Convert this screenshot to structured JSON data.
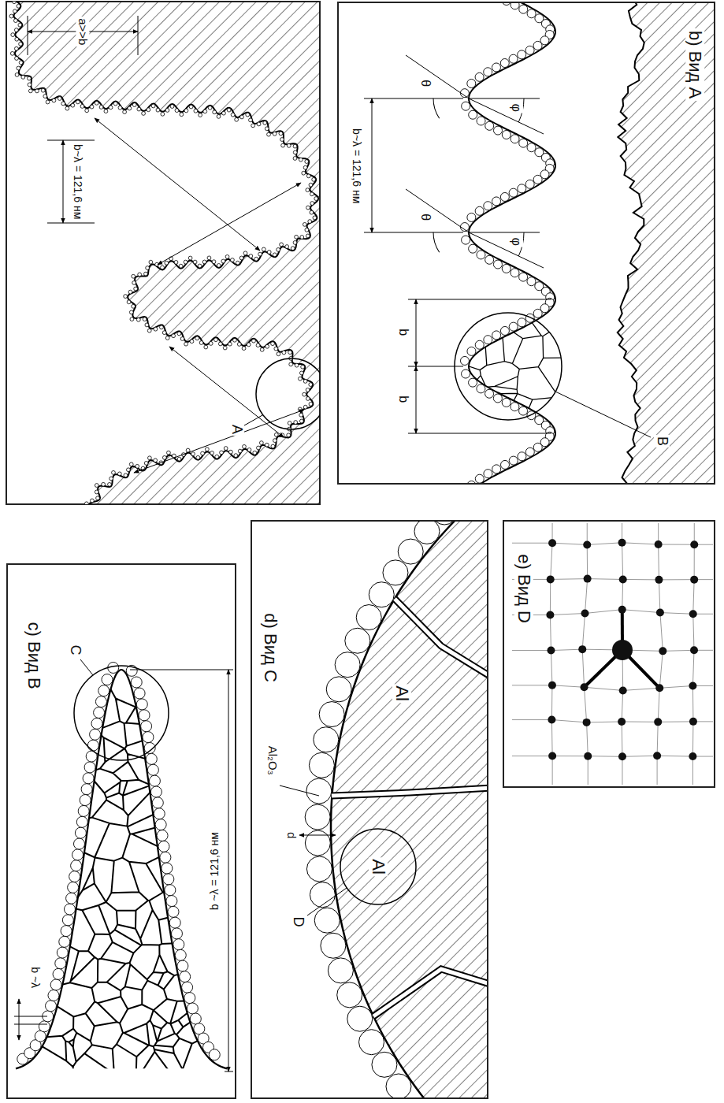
{
  "diagram": {
    "nodes": [
      {
        "text": [
          "b) Вид A"
        ]
      },
      {
        "text": [
          "c) Вид B"
        ]
      },
      {
        "text": [
          "d) Вид C"
        ]
      },
      {
        "text": [
          "e) Вид D"
        ]
      }
    ],
    "labels": [
      "a>>b",
      "b~λ = 121,6 нм",
      "A",
      "b~λ = 121,6 нм",
      "b",
      "b",
      "θ",
      "φ",
      "θ",
      "φ",
      "B",
      "C",
      "b ~λ = 121,6 нм",
      "b ~λ",
      "Al₂O₃",
      "d",
      "Al",
      "Al",
      "D"
    ]
  }
}
